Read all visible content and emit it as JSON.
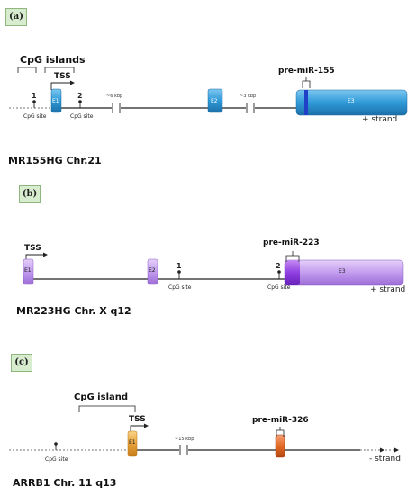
{
  "panel_a": {
    "tag": "(a)",
    "cpg_header": "CpG islands",
    "tss": "TSS",
    "site1_num": "1",
    "site1_label": "CpG site",
    "site2_num": "2",
    "site2_label": "CpG site",
    "gap1": "~6 kbp",
    "gap2": "~3 kbp",
    "mirna": "pre-miR-155",
    "exon1": "E1",
    "exon2": "E2",
    "exon3": "E3",
    "strand": "+ strand",
    "gene": "MR155HG Chr.21"
  },
  "panel_b": {
    "tag": "(b)",
    "tss": "TSS",
    "mirna": "pre-miR-223",
    "exon1": "E1",
    "exon2": "E2",
    "exon3": "E3",
    "site1_num": "1",
    "site1_label": "CpG site",
    "site2_num": "2",
    "site2_label": "CpG site",
    "strand": "+ strand",
    "gene": "MR223HG Chr. X q12"
  },
  "panel_c": {
    "tag": "(c)",
    "cpg_header": "CpG island",
    "tss": "TSS",
    "site_label": "CpG site",
    "exon1": "E1",
    "gap1": "~15 kbp",
    "mirna": "pre-miR-326",
    "strand": "- strand",
    "gene": "ARRB1 Chr. 11 q13"
  },
  "colors": {
    "blue_exon": "#2f9ad8",
    "purple_exon": "#b98ae8",
    "orange_exon": "#e9a23a",
    "mirna_orange": "#e36a24",
    "panel_tag_bg": "#d8ecd0"
  }
}
